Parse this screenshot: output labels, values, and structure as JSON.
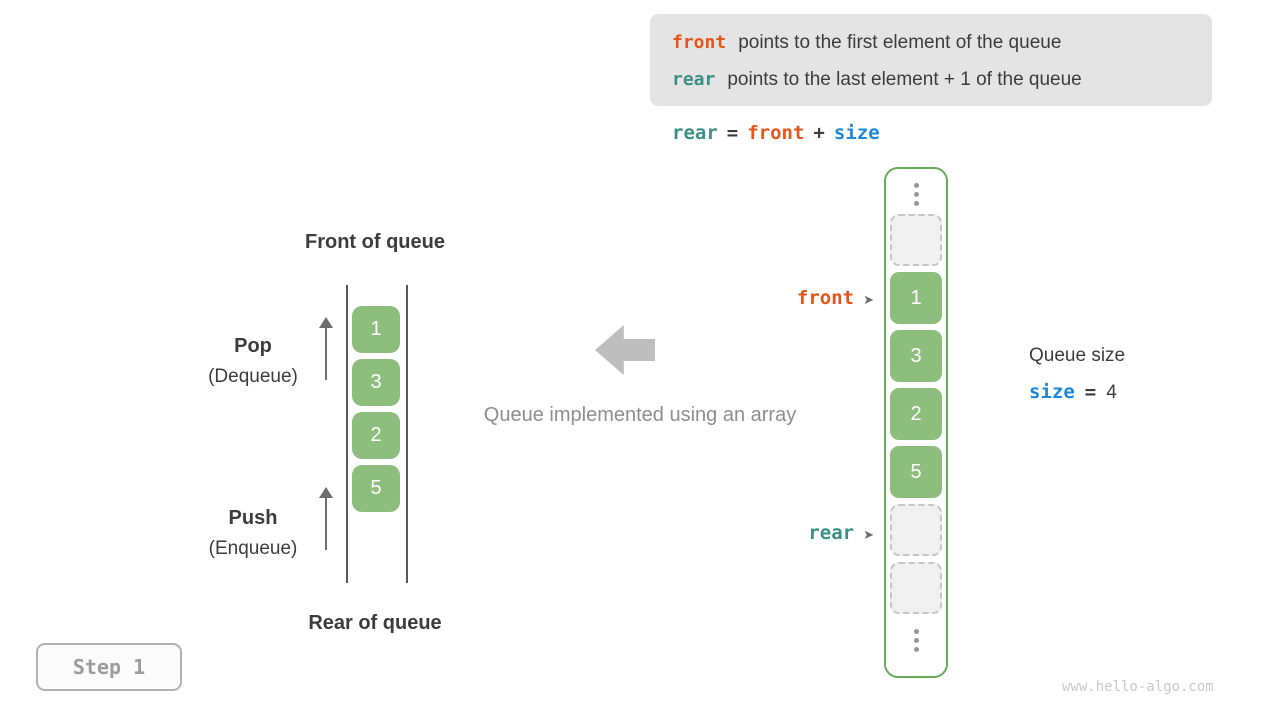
{
  "colors": {
    "front_orange": "#e6551a",
    "rear_teal": "#3a8e85",
    "size_blue": "#1c87dc",
    "cell_green_fill": "#8dbe7e",
    "array_green_border": "#67ab5b",
    "empty_cell_fill": "#f0f0f0",
    "info_box_bg": "#e4e4e4",
    "text_dark": "#3c3c3c",
    "text_gray": "#8e8e8e",
    "arrow_gray": "#bebebe"
  },
  "info_box": {
    "line1_code": "front",
    "line1_text": "points to the first element of the queue",
    "line2_code": "rear",
    "line2_text": "points to the last element + 1 of the queue"
  },
  "formula": {
    "rear": "rear",
    "eq": "=",
    "front": "front",
    "plus": "+",
    "size": "size"
  },
  "left_queue": {
    "front_title": "Front of queue",
    "rear_title": "Rear of queue",
    "pop_label": "Pop",
    "pop_sub": "(Dequeue)",
    "push_label": "Push",
    "push_sub": "(Enqueue)",
    "cells": [
      "1",
      "3",
      "2",
      "5"
    ]
  },
  "center": {
    "caption": "Queue implemented using an array"
  },
  "right_array": {
    "front_pointer": "front",
    "rear_pointer": "rear",
    "pointer_arrow": "➤",
    "slots": [
      {
        "state": "empty",
        "value": ""
      },
      {
        "state": "filled",
        "value": "1"
      },
      {
        "state": "filled",
        "value": "3"
      },
      {
        "state": "filled",
        "value": "2"
      },
      {
        "state": "filled",
        "value": "5"
      },
      {
        "state": "empty",
        "value": ""
      },
      {
        "state": "empty",
        "value": ""
      }
    ]
  },
  "queue_size": {
    "label": "Queue size",
    "code": "size",
    "eq": "=",
    "value": "4"
  },
  "step_badge": {
    "label": "Step 1"
  },
  "watermark": {
    "text": "www.hello-algo.com"
  }
}
